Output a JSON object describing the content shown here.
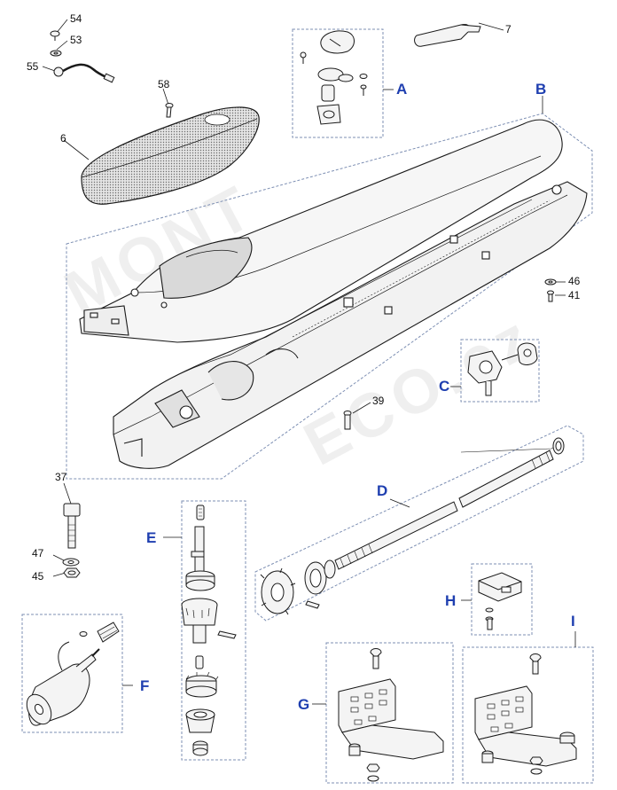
{
  "colors": {
    "line": "#1a1a1a",
    "dashed_box": "#7d8fb3",
    "group_label": "#1f3fb0",
    "part_fill": "#f4f4f4",
    "cover_fill": "#dcdcdc"
  },
  "watermark": {
    "line1": "MONT",
    "line2": "ECO",
    "suffix": ".cz"
  },
  "part_numbers": [
    {
      "id": "p54",
      "text": "54"
    },
    {
      "id": "p53",
      "text": "53"
    },
    {
      "id": "p55",
      "text": "55"
    },
    {
      "id": "p58",
      "text": "58"
    },
    {
      "id": "p6",
      "text": "6"
    },
    {
      "id": "p7",
      "text": "7"
    },
    {
      "id": "p46",
      "text": "46"
    },
    {
      "id": "p41",
      "text": "41"
    },
    {
      "id": "p39",
      "text": "39"
    },
    {
      "id": "p37",
      "text": "37"
    },
    {
      "id": "p47",
      "text": "47"
    },
    {
      "id": "p45",
      "text": "45"
    }
  ],
  "groups": [
    {
      "id": "gA",
      "text": "A"
    },
    {
      "id": "gB",
      "text": "B"
    },
    {
      "id": "gC",
      "text": "C"
    },
    {
      "id": "gD",
      "text": "D"
    },
    {
      "id": "gE",
      "text": "E"
    },
    {
      "id": "gF",
      "text": "F"
    },
    {
      "id": "gG",
      "text": "G"
    },
    {
      "id": "gH",
      "text": "H"
    },
    {
      "id": "gI",
      "text": "I"
    }
  ]
}
